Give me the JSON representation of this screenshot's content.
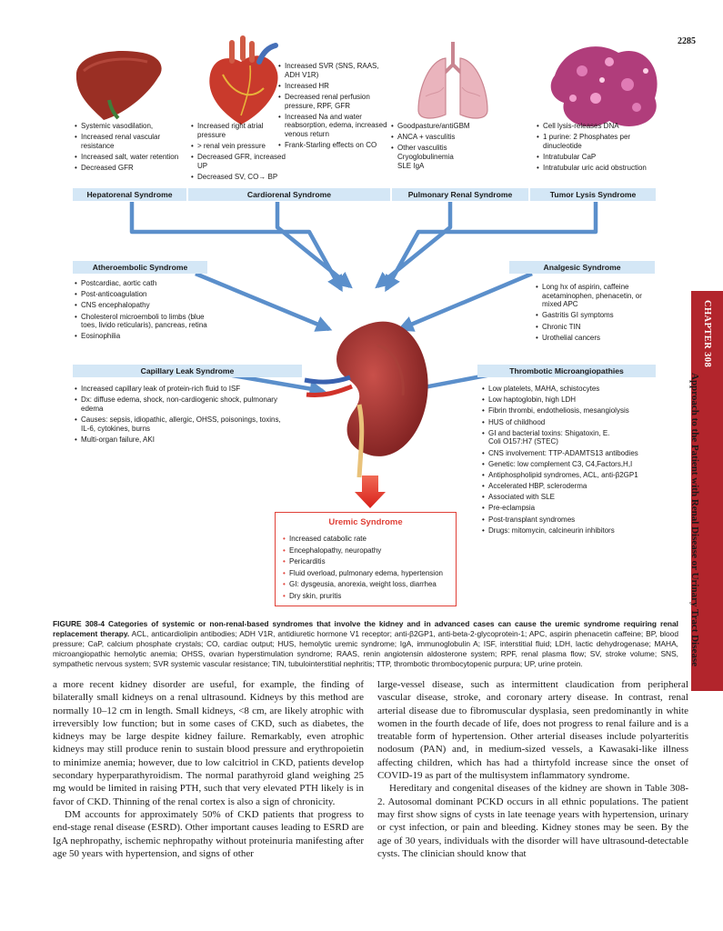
{
  "page": {
    "number": "2285"
  },
  "side_tab": {
    "chapter": "CHAPTER 308",
    "title": "Approach to the Patient with Renal Disease or Urinary Tract Disease"
  },
  "figure": {
    "syndromes": {
      "hepatorenal": {
        "label": "Hepatorenal Syndrome",
        "items": [
          "Systemic vasodilation,",
          "Increased renal vascular resistance",
          "Increased salt, water retention",
          "Decreased GFR"
        ]
      },
      "cardiorenal": {
        "label": "Cardiorenal Syndrome",
        "items_left": [
          "Increased right atrial pressure",
          "> renal vein pressure",
          "Decreased GFR, increased UP",
          "Decreased SV, CO→ BP"
        ],
        "items_right": [
          "Increased SVR (SNS, RAAS, ADH V1R)",
          "Increased HR",
          "Decreased renal perfusion pressure, RPF, GFR",
          "Increased Na and water reabsorption, edema, increased venous return",
          "Frank-Starling effects on CO"
        ]
      },
      "pulmonary_renal": {
        "label": "Pulmonary Renal Syndrome",
        "items": [
          "Goodpasture/antiGBM",
          "ANCA + vasculitis",
          "Other vasculitis Cryoglobulinemia SLE IgA"
        ]
      },
      "tumor_lysis": {
        "label": "Tumor Lysis Syndrome",
        "items": [
          "Cell lysis-releases DNA",
          "1 purine: 2 Phosphates per dinucleotide",
          "Intratubular CaP",
          "Intratubular uric acid obstruction"
        ]
      },
      "atheroembolic": {
        "label": "Atheroembolic Syndrome",
        "items": [
          "Postcardiac, aortic cath",
          "Post-anticoagulation",
          "CNS encephalopathy",
          "Cholesterol microemboli to limbs (blue toes, livido reticularis), pancreas, retina",
          "Eosinophilia"
        ]
      },
      "analgesic": {
        "label": "Analgesic Syndrome",
        "items": [
          "Long hx of aspirin, caffeine acetaminophen, phenacetin, or mixed APC",
          "Gastritis GI symptoms",
          "Chronic TIN",
          "Urothelial cancers"
        ]
      },
      "capillary_leak": {
        "label": "Capillary Leak Syndrome",
        "items": [
          "Increased capillary leak of protein-rich fluid to ISF",
          "Dx: diffuse edema, shock, non-cardiogenic shock, pulmonary edema",
          "Causes: sepsis, idiopathic, allergic, OHSS, poisonings, toxins, IL-6, cytokines, burns",
          "Multi-organ failure, AKI"
        ]
      },
      "thrombotic": {
        "label": "Thrombotic Microangiopathies",
        "items": [
          "Low platelets, MAHA, schistocytes",
          "Low haptoglobin, high LDH",
          "Fibrin thrombi, endotheliosis, mesangiolysis",
          "HUS of childhood",
          "GI and bacterial toxins: Shigatoxin, E. Coli O157:H7 (STEC)",
          "CNS involvement: TTP-ADAMTS13 antibodies",
          "Genetic: low complement C3, C4,Factors,H,I",
          "Antiphospholipid syndromes, ACL, anti-β2GP1",
          "Accelerated HBP, scleroderma",
          "Associated with SLE",
          "Pre-eclampsia",
          "Post-transplant syndromes",
          "Drugs: mitomycin, calcineurin inhibitors"
        ]
      }
    },
    "uremic": {
      "title": "Uremic Syndrome",
      "items": [
        "Increased catabolic rate",
        "Encephalopathy, neuropathy",
        "Pericarditis",
        "Fluid overload, pulmonary edema, hypertension",
        "GI: dysgeusia, anorexia, weight loss, diarrhea",
        "Dry skin, pruritis"
      ]
    },
    "icons": [
      "liver-icon",
      "heart-icon",
      "lungs-icon",
      "cells-icon",
      "kidney-icon",
      "arrow-down-icon"
    ],
    "colors": {
      "arrow_blue": "#5b8fcb",
      "header_fill": "#d4e7f6",
      "uremic_red": "#e04037",
      "tab_red": "#b2252c"
    },
    "caption": {
      "label": "FIGURE 308-4",
      "bold_text": "Categories of systemic or non-renal-based syndromes that involve the kidney and in advanced cases can cause the uremic syndrome requiring renal replacement therapy.",
      "text": " ACL, anticardiolipin antibodies; ADH V1R, antidiuretic hormone V1 receptor; anti-β2GP1, anti-beta-2-glycoprotein-1; APC, aspirin phenacetin caffeine; BP, blood pressure; CaP, calcium phosphate crystals; CO, cardiac output; HUS, hemolytic uremic syndrome; IgA, immunoglobulin A; ISF, interstitial fluid; LDH, lactic dehydrogenase; MAHA, microangiopathic hemolytic anemia; OHSS, ovarian hyperstimulation syndrome; RAAS, renin angiotensin aldosterone system; RPF, renal plasma flow; SV, stroke volume; SNS, sympathetic nervous system; SVR systemic vascular resistance; TIN, tubulointerstitial nephritis; TTP, thrombotic thrombocytopenic purpura; UP, urine protein."
    }
  },
  "body": {
    "left": [
      "a more recent kidney disorder are useful, for example, the finding of bilaterally small kidneys on a renal ultrasound. Kidneys by this method are normally 10–12 cm in length. Small kidneys, <8 cm, are likely atrophic with irreversibly low function; but in some cases of CKD, such as diabetes, the kidneys may be large despite kidney failure. Remarkably, even atrophic kidneys may still produce renin to sustain blood pressure and erythropoietin to minimize anemia; however, due to low calcitriol in CKD, patients develop secondary hyperparathyroidism. The normal parathyroid gland weighing 25 mg would be limited in raising PTH, such that very elevated PTH likely is in favor of CKD. Thinning of the renal cortex is also a sign of chronicity.",
      "DM accounts for approximately 50% of CKD patients that progress to end-stage renal disease (ESRD). Other important causes leading to ESRD are IgA nephropathy, ischemic nephropathy without proteinuria manifesting after age 50 years with hypertension, and signs of other"
    ],
    "right": [
      "large-vessel disease, such as intermittent claudication from peripheral vascular disease, stroke, and coronary artery disease. In contrast, renal arterial disease due to fibromuscular dysplasia, seen predominantly in white women in the fourth decade of life, does not progress to renal failure and is a treatable form of hypertension. Other arterial diseases include polyarteritis nodosum (PAN) and, in medium-sized vessels, a Kawasaki-like illness affecting children, which has had a thirtyfold increase since the onset of COVID-19 as part of the multisystem inflammatory syndrome.",
      "Hereditary and congenital diseases of the kidney are shown in Table 308-2. Autosomal dominant PCKD occurs in all ethnic populations. The patient may first show signs of cysts in late teenage years with hypertension, urinary or cyst infection, or pain and bleeding. Kidney stones may be seen. By the age of 30 years, individuals with the disorder will have ultrasound-detectable cysts. The clinician should know that"
    ]
  }
}
